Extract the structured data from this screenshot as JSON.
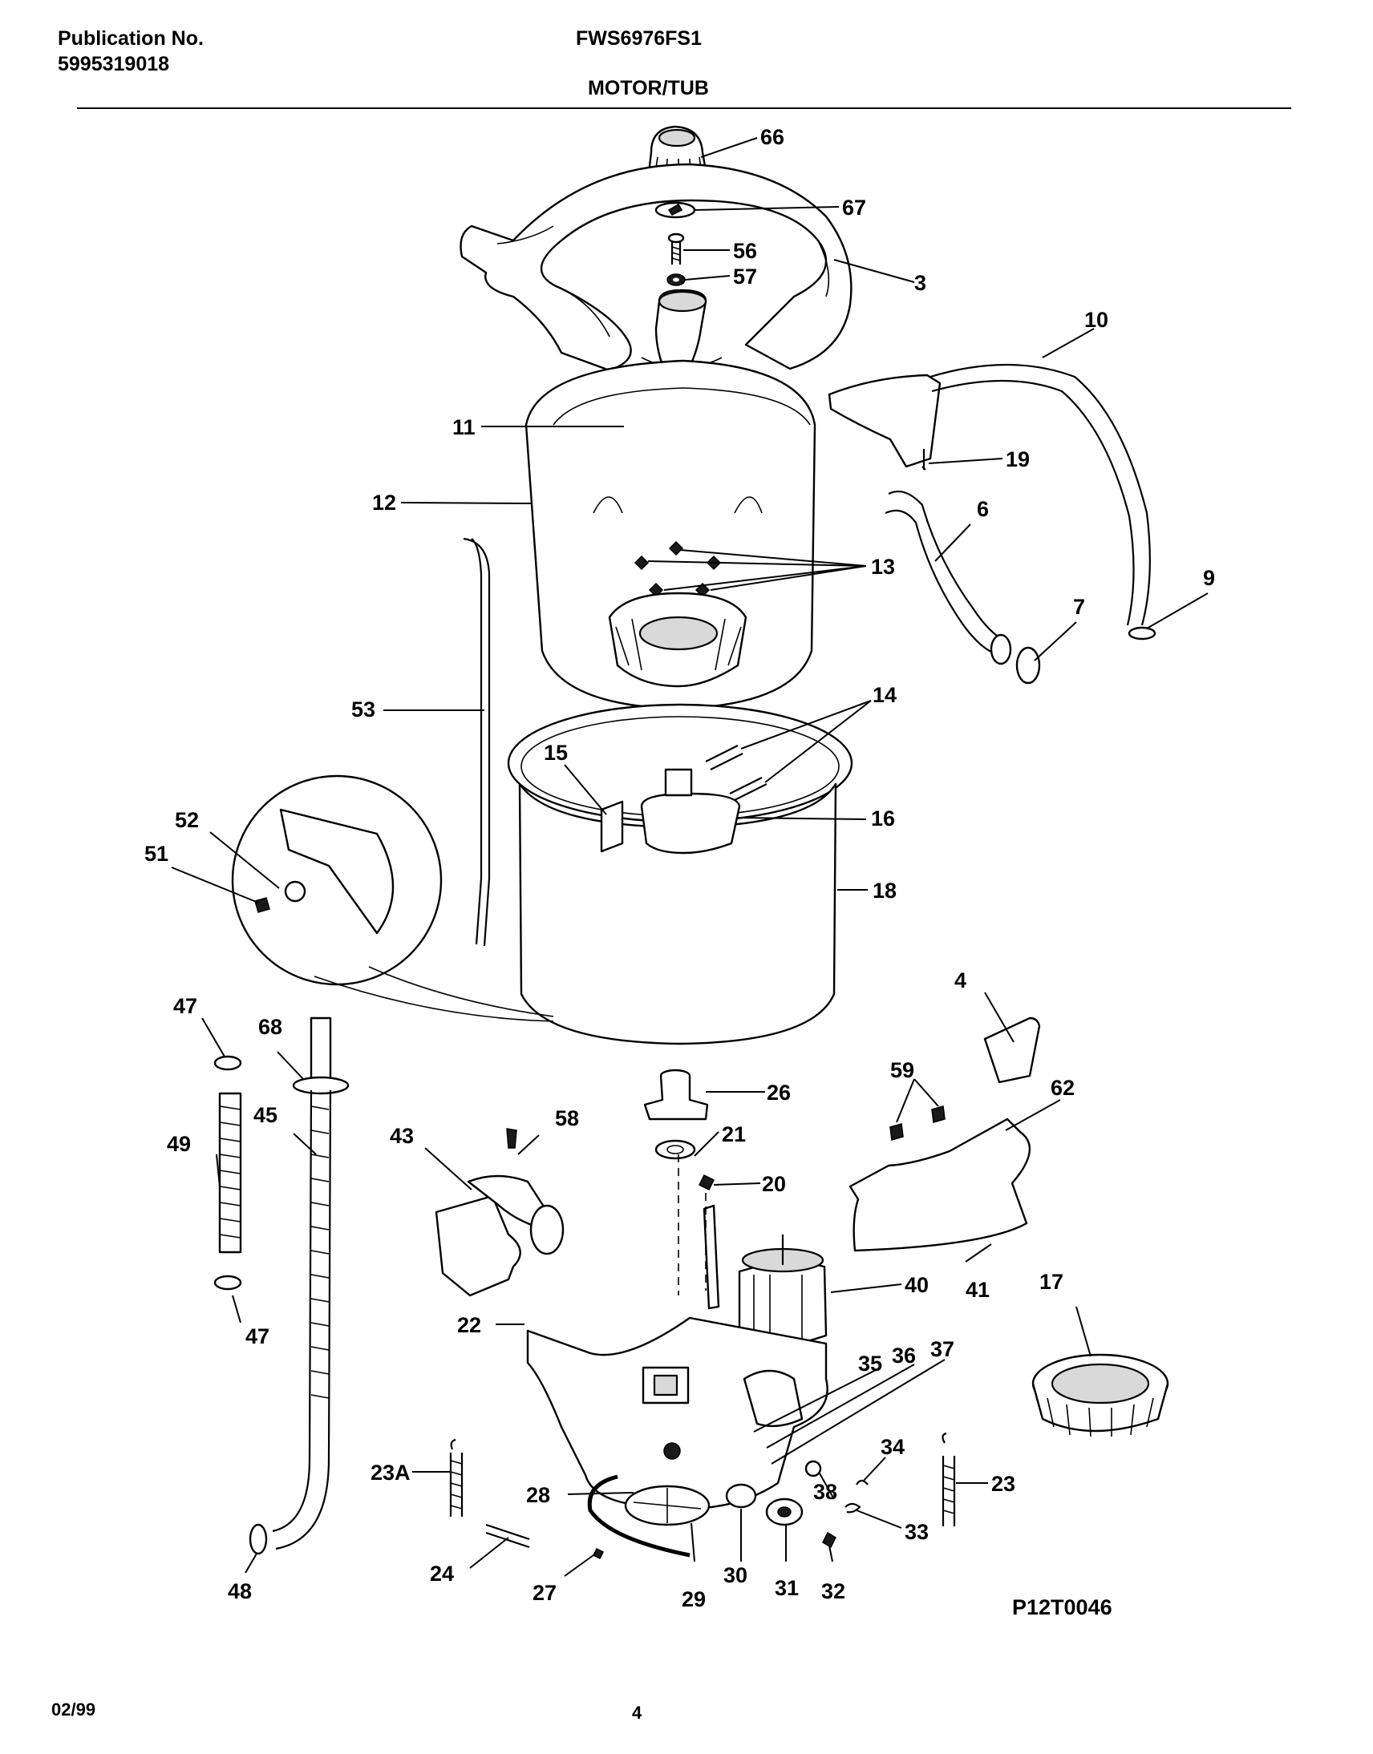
{
  "header": {
    "publication_label": "Publication No.",
    "publication_number": "5995319018",
    "model": "FWS6976FS1",
    "section": "MOTOR/TUB"
  },
  "diagram": {
    "id": "P12T0046",
    "callouts": {
      "c66": "66",
      "c67": "67",
      "c56": "56",
      "c57": "57",
      "c3": "3",
      "c10": "10",
      "c11": "11",
      "c19": "19",
      "c12": "12",
      "c6": "6",
      "c13": "13",
      "c9": "9",
      "c7": "7",
      "c53": "53",
      "c14": "14",
      "c15": "15",
      "c16": "16",
      "c52": "52",
      "c51": "51",
      "c18": "18",
      "c4": "4",
      "c47a": "47",
      "c68": "68",
      "c26": "26",
      "c59": "59",
      "c62": "62",
      "c45": "45",
      "c58": "58",
      "c21": "21",
      "c49": "49",
      "c43": "43",
      "c20": "20",
      "c40": "40",
      "c41": "41",
      "c17": "17",
      "c22": "22",
      "c47b": "47",
      "c35": "35",
      "c36": "36",
      "c37": "37",
      "c34": "34",
      "c23a": "23A",
      "c23": "23",
      "c28": "28",
      "c38": "38",
      "c33": "33",
      "c24": "24",
      "c30": "30",
      "c31": "31",
      "c48": "48",
      "c27": "27",
      "c29": "29",
      "c32": "32"
    }
  },
  "footer": {
    "date": "02/99",
    "page": "4"
  }
}
